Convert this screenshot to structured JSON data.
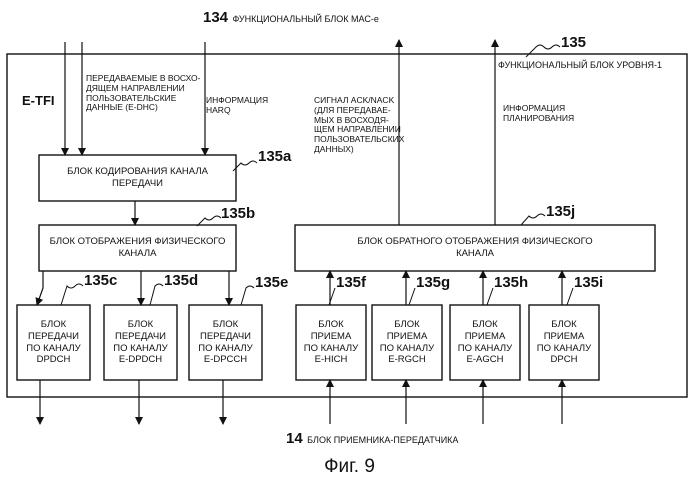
{
  "top": {
    "number": "134",
    "label": "ФУНКЦИОНАЛЬНЫЙ БЛОК МАС-e"
  },
  "bottom": {
    "number": "14",
    "label": "БЛОК ПРИЕМНИКА-ПЕРЕДАТЧИКА"
  },
  "figure": "Фиг. 9",
  "outer": {
    "ref": "135",
    "label": "ФУНКЦИОНАЛЬНЫЙ БЛОК УРОВНЯ-1"
  },
  "inputs": {
    "etfi": "E-TFI",
    "uplink_data": "ПЕРЕДАВАЕМЫЕ В ВОСХО-\nДЯЩЕМ НАПРАВЛЕНИИ\nПОЛЬЗОВАТЕЛЬСКИЕ\nДАННЫЕ (E-DHC)",
    "harq": "ИНФОРМАЦИЯ\nHARQ"
  },
  "outputs": {
    "ack": "СИГНАЛ ACK/NACK\n(ДЛЯ ПЕРЕДАВАЕ-\nМЫХ В ВОСХОДЯ-\nЩЕМ НАПРАВЛЕНИИ\nПОЛЬЗОВАТЕЛЬСКИХ\nДАННЫХ)",
    "scheduling": "ИНФОРМАЦИЯ\nПЛАНИРОВАНИЯ"
  },
  "blocks": {
    "coding": {
      "ref": "135a",
      "label": "БЛОК КОДИРОВАНИЯ КАНАЛА\nПЕРЕДАЧИ"
    },
    "mapping": {
      "ref": "135b",
      "label": "БЛОК ОТОБРАЖЕНИЯ ФИЗИЧЕСКОГО\nКАНАЛА"
    },
    "demapping": {
      "ref": "135j",
      "label": "БЛОК ОБРАТНОГО ОТОБРАЖЕНИЯ ФИЗИЧЕСКОГО\nКАНАЛА"
    },
    "tx_dpdch": {
      "ref": "135c",
      "label": "БЛОК\nПЕРЕДАЧИ\nПО КАНАЛУ\nDPDCH"
    },
    "tx_edpdch": {
      "ref": "135d",
      "label": "БЛОК\nПЕРЕДАЧИ\nПО КАНАЛУ\nE-DPDCH"
    },
    "tx_edpcch": {
      "ref": "135e",
      "label": "БЛОК\nПЕРЕДАЧИ\nПО КАНАЛУ\nE-DPCCH"
    },
    "rx_ehich": {
      "ref": "135f",
      "label": "БЛОК\nПРИЕМА\nПО КАНАЛУ\nE-HICH"
    },
    "rx_ergch": {
      "ref": "135g",
      "label": "БЛОК\nПРИЕМА\nПО КАНАЛУ\nE-RGCH"
    },
    "rx_eagch": {
      "ref": "135h",
      "label": "БЛОК\nПРИЕМА\nПО КАНАЛУ\nE-AGCH"
    },
    "rx_dpch": {
      "ref": "135i",
      "label": "БЛОК\nПРИЕМА\nПО КАНАЛУ\nDPCH"
    }
  }
}
